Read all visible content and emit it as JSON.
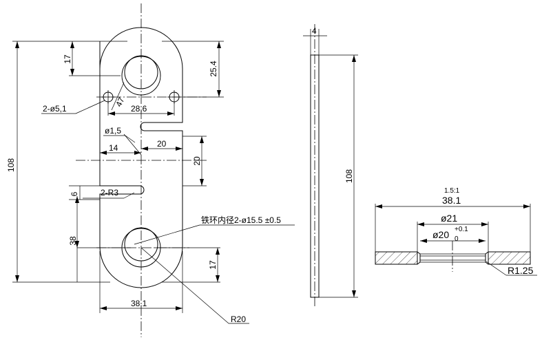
{
  "dims": {
    "d17_top": "17",
    "d25_4": "25.4",
    "hole_2_d5_1": "2-ø5,1",
    "d47": "47",
    "d28_6": "28,6",
    "d1_5": "ø1,5",
    "d14": "14",
    "d20_h": "20",
    "d20_v": "20",
    "d108_left": "108",
    "d6": "6",
    "r3": "2-R3",
    "d38": "38",
    "ring_note": "铁环内径2-ø15.5  ±0.5",
    "d17_bottom": "17",
    "d38_1": "38.1",
    "r20": "R20",
    "thk4": "4",
    "d108_side": "108",
    "scale": "1.5:1",
    "d38_1_detail": "38.1",
    "d21": "ø21",
    "d20_tol_base": "ø20",
    "d20_tol_upper": "+0.1",
    "d20_tol_lower": "0",
    "r1_25": "R1.25"
  }
}
